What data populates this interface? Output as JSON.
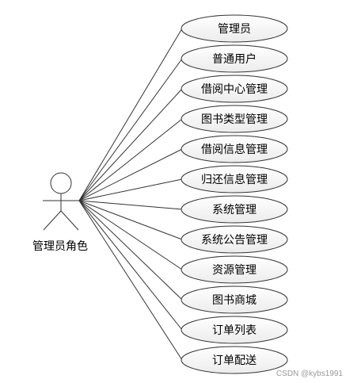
{
  "actor": {
    "label": "管理员角色"
  },
  "use_cases": [
    "管理员",
    "普通用户",
    "借阅中心管理",
    "图书类型管理",
    "借阅信息管理",
    "归还信息管理",
    "系统管理",
    "系统公告管理",
    "资源管理",
    "图书商城",
    "订单列表",
    "订单配送"
  ],
  "watermark": "CSDN @kybs1991"
}
